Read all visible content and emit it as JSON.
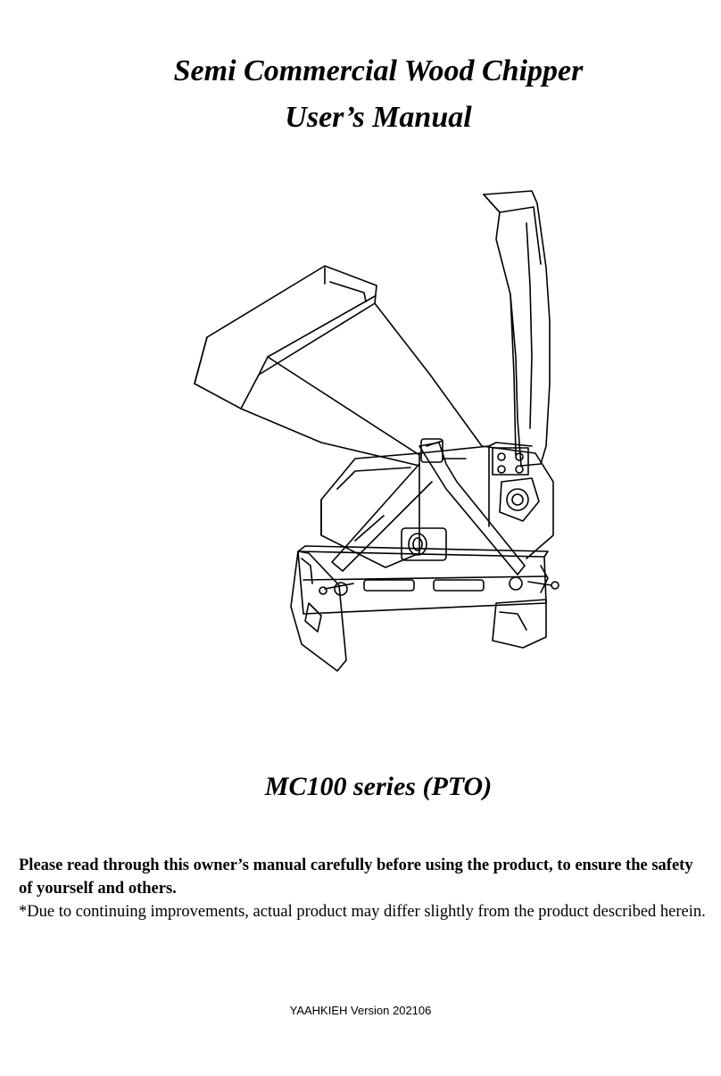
{
  "document": {
    "title_line1": "Semi Commercial Wood Chipper",
    "title_line2": "User’s Manual",
    "model": "MC100 series (PTO)",
    "warning": "Please read through this owner’s manual carefully before using the product, to ensure the safety of yourself and others.",
    "disclaimer": "*Due to continuing improvements, actual product may differ slightly from the product described herein.",
    "version": "YAAHKIEH Version 202106"
  },
  "illustration": {
    "subject": "wood-chipper-line-drawing"
  }
}
